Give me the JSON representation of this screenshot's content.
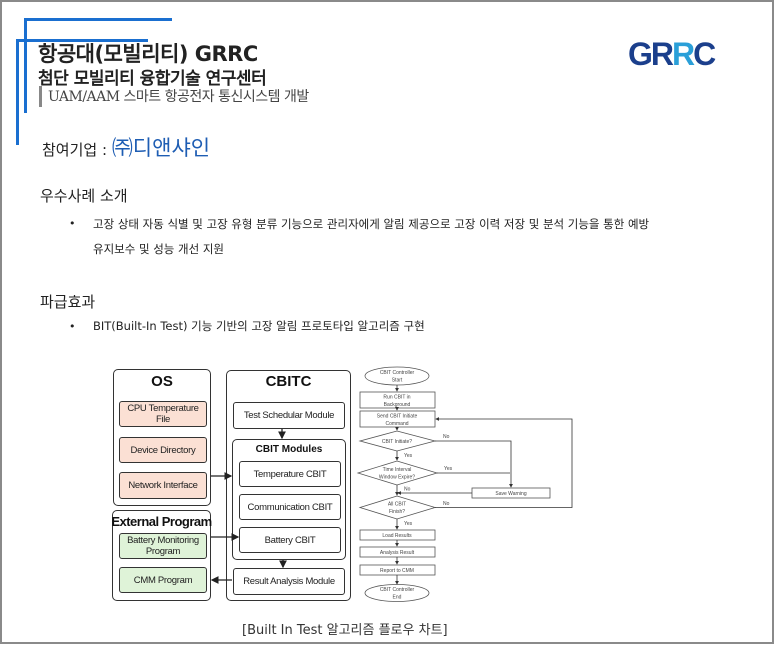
{
  "header": {
    "title": "항공대(모빌리티) GRRC",
    "subtitle": "첨단 모빌리티 융합기술 연구센터",
    "project": "UAM/AAM 스마트 항공전자 통신시스템 개발",
    "logo": "GRRC"
  },
  "participant": {
    "label": "참여기업 :",
    "company": "㈜디앤샤인"
  },
  "section1": {
    "title": "우수사례 소개",
    "bullets": [
      "고장 상태 자동 식별 및 고장 유형 분류 기능으로 관리자에게 알림 제공으로 고장 이력 저장 및 분석 기능을 통한 예방",
      "유지보수 및 성능 개선 지원"
    ]
  },
  "section2": {
    "title": "파급효과",
    "bullets": [
      "BIT(Built-In Test) 기능 기반의 고장 알림 프로토타입 알고리즘 구현"
    ]
  },
  "bullet_char": "•",
  "diagram": {
    "os": {
      "title": "OS",
      "items": [
        "CPU Temperature File",
        "Device Directory",
        "Network Interface"
      ]
    },
    "external": {
      "title": "External Program",
      "items": [
        "Battery Monitoring Program",
        "CMM Program"
      ]
    },
    "cbitc": {
      "title": "CBITC",
      "scheduler": "Test Schedular Module",
      "modules_title": "CBIT Modules",
      "modules": [
        "Temperature CBIT",
        "Communication CBIT",
        "Battery CBIT"
      ],
      "result": "Result Analysis Module"
    }
  },
  "flowchart": {
    "start": [
      "CBIT Controller",
      "Start"
    ],
    "run": [
      "Run CBIT in",
      "Background"
    ],
    "send": [
      "Send CBIT Initiate",
      "Command"
    ],
    "d1": "CBIT Initiate?",
    "d2": [
      "Time Interval",
      "Window Expire?"
    ],
    "d3": [
      "All CBIT",
      "Finish?"
    ],
    "save": "Save Warning",
    "load": "Load Results",
    "analysis": "Analysis Result",
    "report": "Report to CMM",
    "end": [
      "CBIT Controller",
      "End"
    ],
    "yes": "Yes",
    "no": "No"
  },
  "caption": "[Built In Test 알고리즘 플로우 차트]",
  "colors": {
    "accent": "#1a6fd0",
    "company": "#1e5db3"
  }
}
